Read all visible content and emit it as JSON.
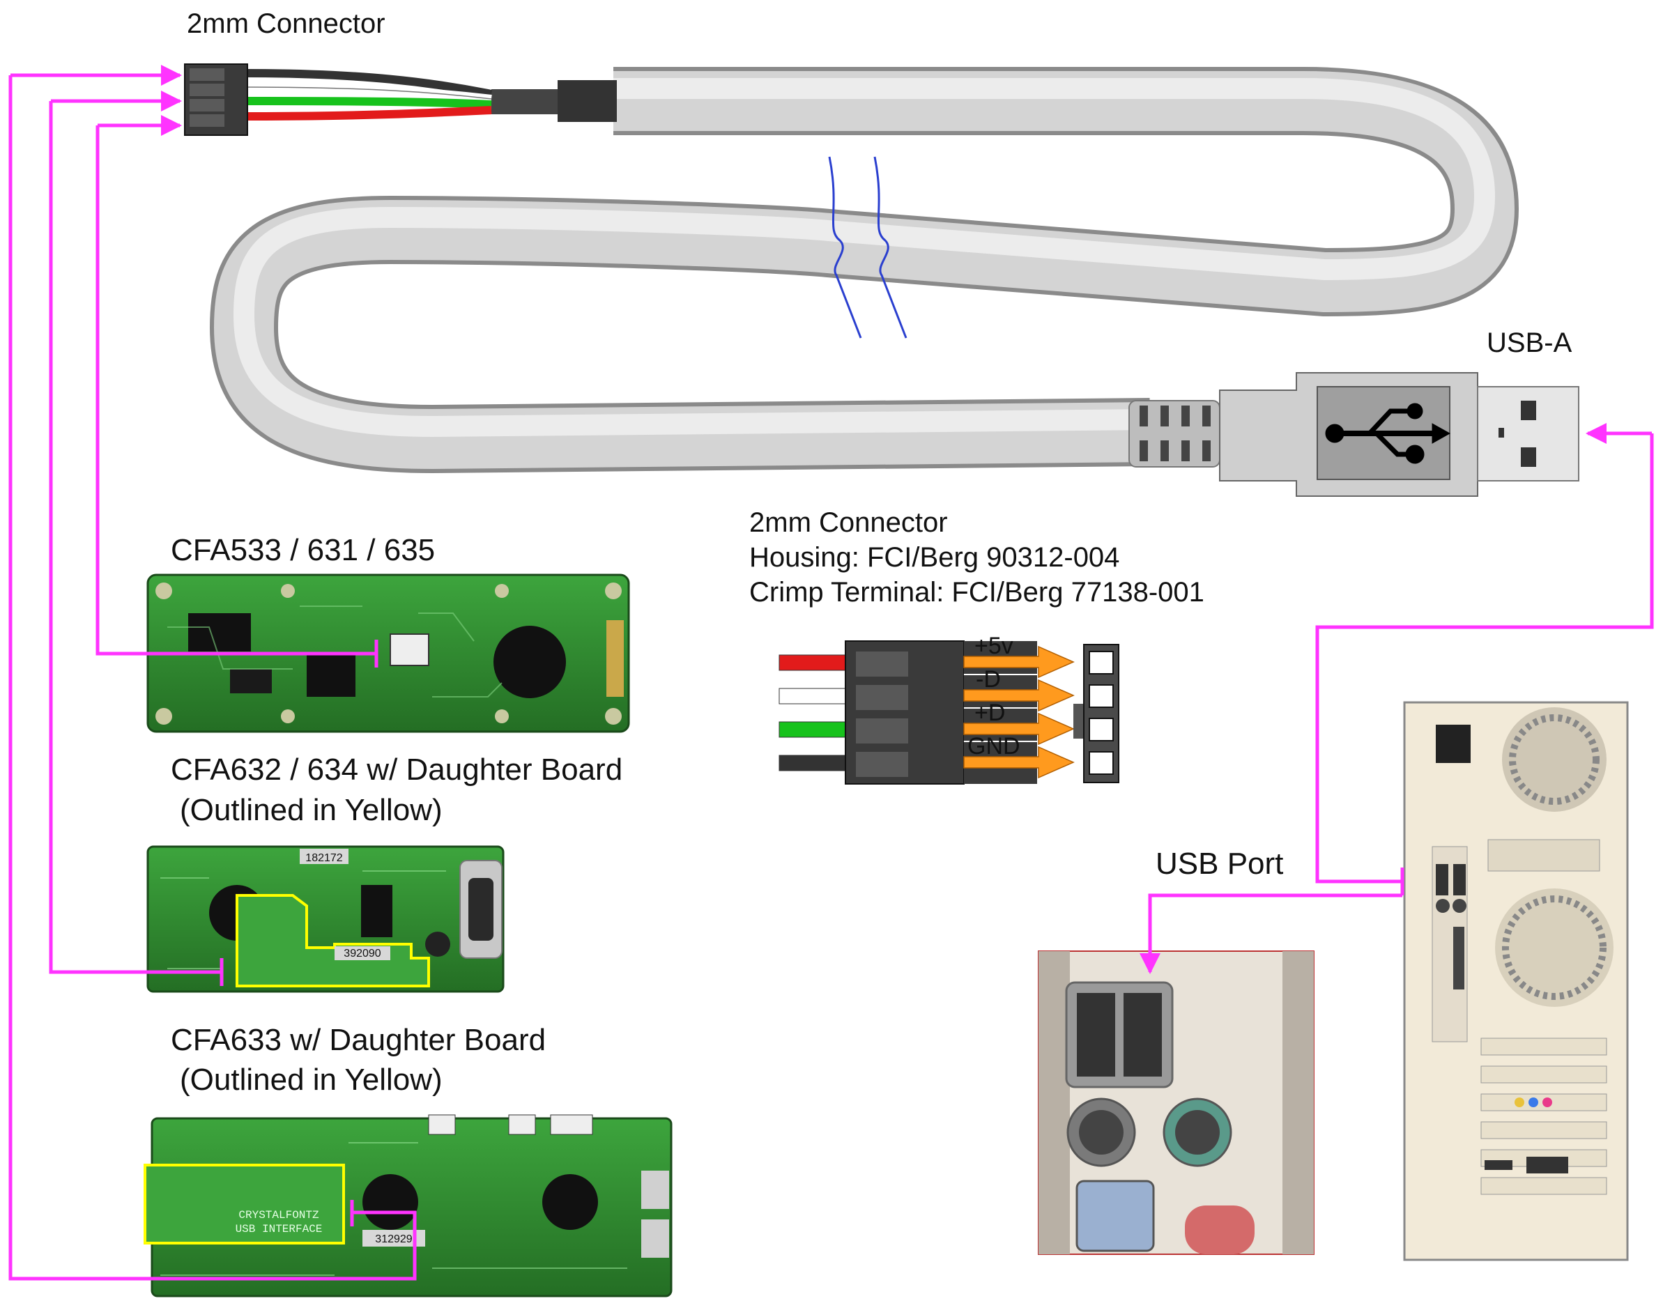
{
  "labels": {
    "top_connector": "2mm Connector",
    "usb_a": "USB-A",
    "spec_title": "2mm Connector",
    "spec_housing": "Housing: FCI/Berg 90312-004",
    "spec_crimp": "Crimp Terminal: FCI/Berg 77138-001",
    "board1": "CFA533 / 631 / 635",
    "board2": "CFA632 / 634 w/ Daughter Board",
    "board2_note": "(Outlined in Yellow)",
    "board3": "CFA633 w/ Daughter Board",
    "board3_note": "(Outlined in Yellow)",
    "usb_port": "USB Port"
  },
  "pins": [
    {
      "label": "+5v",
      "wire_color": "#e21b1b"
    },
    {
      "label": "-D",
      "wire_color": "#ffffff"
    },
    {
      "label": "+D",
      "wire_color": "#17c21c"
    },
    {
      "label": "GND",
      "wire_color": "#333333"
    }
  ],
  "board_text": {
    "board2_sticker": "182172",
    "board2_daughter": "392090",
    "board3_daughter_line1": "CRYSTALFONTZ",
    "board3_daughter_line2": "USB INTERFACE",
    "board3_sticker": "312929"
  },
  "colors": {
    "link": "#ff33ff",
    "pcb": "#2e8b2e",
    "daughter_outline": "#ffff00",
    "cable": "#cfcfcf",
    "pin_arrow": "#ff9a1e"
  }
}
